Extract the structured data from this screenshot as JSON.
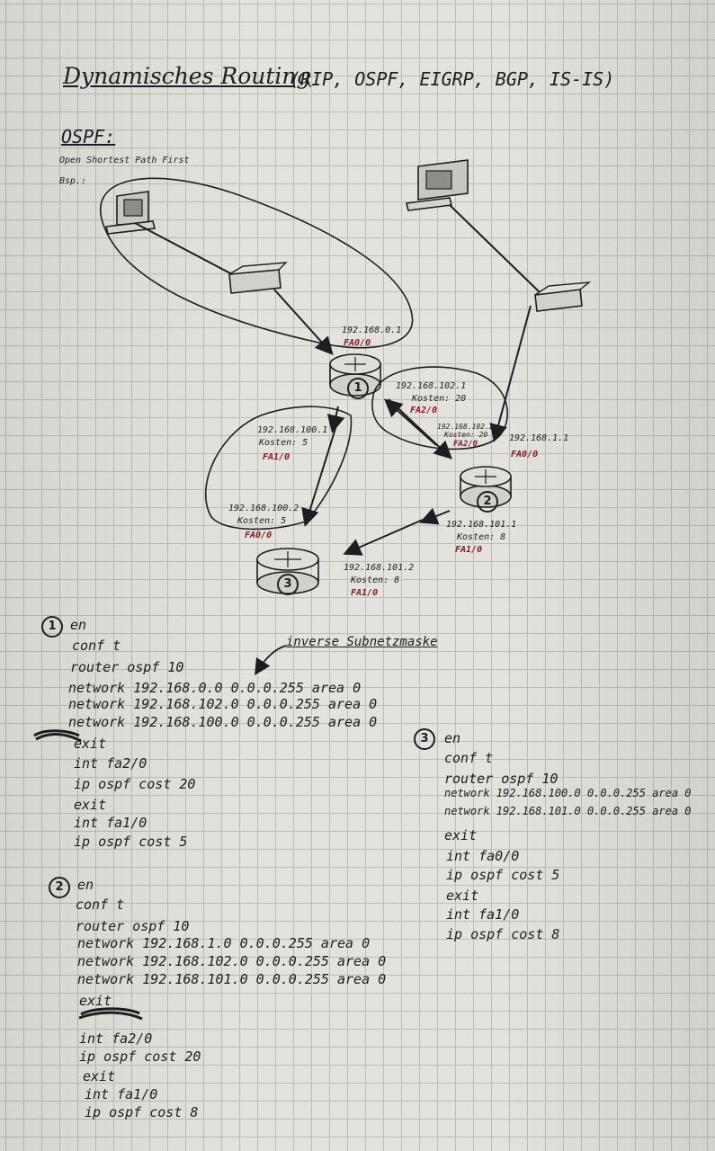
{
  "header": {
    "title": "Dynamisches Routing",
    "subtitle": "(RIP, OSPF, EIGRP, BGP, IS-IS)"
  },
  "ospf": {
    "heading": "OSPF:",
    "full_name": "Open Shortest Path First",
    "example": "Bsp.:"
  },
  "diagram": {
    "r1_fa00_ip": "192.168.0.1",
    "r1_fa00": "FA0/0",
    "r1_fa20_ip": "192.168.102.1",
    "r1_fa20_cost": "Kosten: 20",
    "r1_fa20": "FA2/0",
    "r1_fa10_ip": "192.168.100.1",
    "r1_fa10_cost": "Kosten: 5",
    "r1_fa10": "FA1/0",
    "r2_fa20_ip": "192.168.102.2",
    "r2_fa20_cost": "Kosten: 20",
    "r2_fa20": "FA2/0",
    "r2_fa00_ip": "192.168.1.1",
    "r2_fa00": "FA0/0",
    "r2_fa10_ip": "192.168.101.1",
    "r2_fa10_cost": "Kosten: 8",
    "r2_fa10": "FA1/0",
    "r3_fa00_ip": "192.168.100.2",
    "r3_fa00_cost": "Kosten: 5",
    "r3_fa00": "FA0/0",
    "r3_fa10_ip": "192.168.101.2",
    "r3_fa10_cost": "Kosten: 8",
    "r3_fa10": "FA1/0",
    "r1_num": "1",
    "r2_num": "2",
    "r3_num": "3"
  },
  "annotation": "inverse Subnetzmaske",
  "router1": {
    "num": "1",
    "lines": [
      "en",
      "conf t",
      "router ospf 10",
      "network  192.168.0.0   0.0.0.255   area 0",
      "network  192.168.102.0    0.0.0.255  area 0",
      "network  192.168.100.0    0.0.0.255  area 0",
      "exit",
      "int fa2/0",
      "ip ospf cost 20",
      "exit",
      "int fa1/0",
      "ip ospf cost 5"
    ]
  },
  "router2": {
    "num": "2",
    "lines": [
      "en",
      "conf t",
      "router ospf 10",
      "network  192.168.1.0    0.0.0.255  area 0",
      "network  192.168.102.0   0.0.0.255  area 0",
      "network  192.168.101.0   0.0.0.255   area 0",
      "exit",
      "int fa2/0",
      "ip ospf cost 20",
      "exit",
      "int fa1/0",
      "ip ospf cost 8"
    ]
  },
  "router3": {
    "num": "3",
    "lines": [
      "en",
      "conf t",
      "router ospf 10",
      "network  192.168.100.0  0.0.0.255  area 0",
      "network  192.168.101.0  0.0.0.255  area 0",
      "exit",
      "int fa0/0",
      "ip ospf cost 5",
      "exit",
      "int fa1/0",
      "ip ospf cost 8"
    ]
  },
  "colors": {
    "ink": "#1d1d22",
    "red_ink": "#8a1a25",
    "paper": "#e4e2dc",
    "grid": "#bdbbb5"
  }
}
